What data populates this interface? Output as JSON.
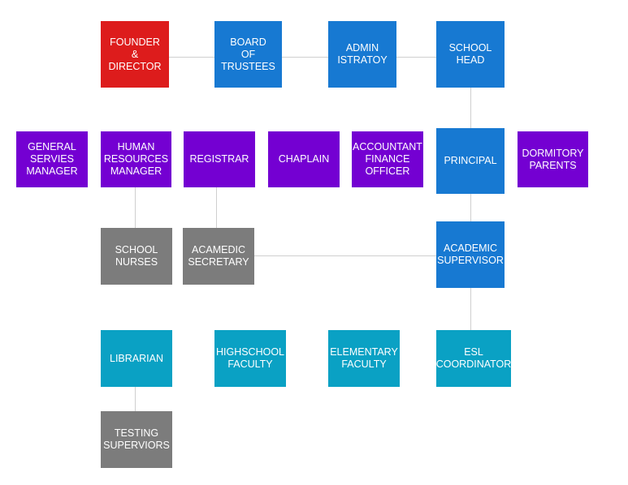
{
  "colors": {
    "red": "#dd1c1c",
    "blue": "#1779d2",
    "purple": "#7400d2",
    "gray": "#7c7c7c",
    "teal": "#0aa1c4",
    "connector": "#cfcfcf"
  },
  "nodes": {
    "founder": {
      "label": "FOUNDER\n&\nDIRECTOR",
      "color": "red"
    },
    "board": {
      "label": "BOARD\nOF\nTRUSTEES",
      "color": "blue"
    },
    "admin": {
      "label": "ADMIN\nISTRATOY",
      "color": "blue"
    },
    "school_head": {
      "label": "SCHOOL\nHEAD",
      "color": "blue"
    },
    "general_services": {
      "label": "GENERAL\nSERVIES\nMANAGER",
      "color": "purple"
    },
    "human_resources": {
      "label": "HUMAN\nRESOURCES\nMANAGER",
      "color": "purple"
    },
    "registrar": {
      "label": "REGISTRAR",
      "color": "purple"
    },
    "chaplain": {
      "label": "CHAPLAIN",
      "color": "purple"
    },
    "accountant": {
      "label": "ACCOUNTANT\nFINANCE\nOFFICER",
      "color": "purple"
    },
    "principal": {
      "label": "PRINCIPAL",
      "color": "blue"
    },
    "dormitory": {
      "label": "DORMITORY\nPARENTS",
      "color": "purple"
    },
    "school_nurses": {
      "label": "SCHOOL\nNURSES",
      "color": "gray"
    },
    "academic_secretary": {
      "label": "ACAMEDIC\nSECRETARY",
      "color": "gray"
    },
    "academic_supervisor": {
      "label": "ACADEMIC\nSUPERVISOR",
      "color": "blue"
    },
    "librarian": {
      "label": "LIBRARIAN",
      "color": "teal"
    },
    "highschool_faculty": {
      "label": "HIGHSCHOOL\nFACULTY",
      "color": "teal"
    },
    "elementary_faculty": {
      "label": "ELEMENTARY\nFACULTY",
      "color": "teal"
    },
    "esl_coordinator": {
      "label": "ESL\nCOORDINATOR",
      "color": "teal"
    },
    "testing_supervisors": {
      "label": "TESTING\nSUPERVIORS",
      "color": "gray"
    }
  },
  "connections": [
    [
      "founder",
      "board"
    ],
    [
      "board",
      "admin"
    ],
    [
      "admin",
      "school_head"
    ],
    [
      "school_head",
      "principal"
    ],
    [
      "principal",
      "academic_supervisor"
    ],
    [
      "academic_supervisor",
      "academic_secretary"
    ],
    [
      "academic_supervisor",
      "esl_coordinator"
    ],
    [
      "human_resources",
      "school_nurses"
    ],
    [
      "registrar",
      "academic_secretary"
    ],
    [
      "librarian",
      "testing_supervisors"
    ]
  ]
}
